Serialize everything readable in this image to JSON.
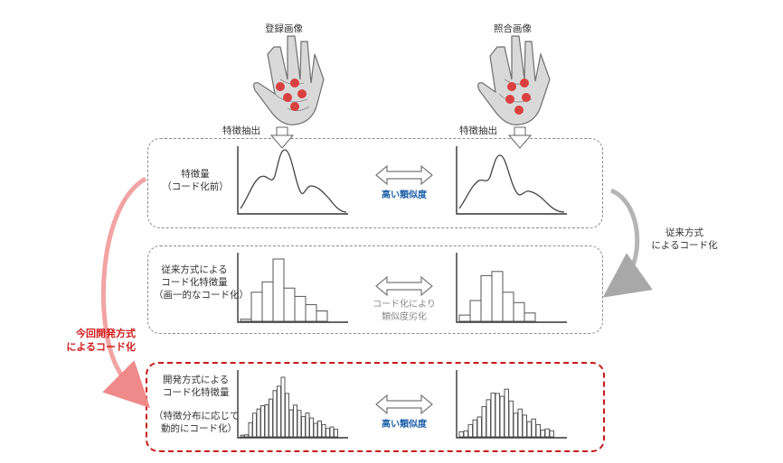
{
  "top": {
    "registered_label": "登録画像",
    "query_label": "照合画像",
    "extract_left": "特徴抽出",
    "extract_right": "特徴抽出"
  },
  "row1": {
    "label": [
      "特徴量",
      "（コード化前）"
    ],
    "similarity": "高い類似度"
  },
  "row2": {
    "label": [
      "従来方式による",
      "コード化特徴量",
      "（画一的なコード化）"
    ],
    "similarity": [
      "コード化により",
      "類似度劣化"
    ],
    "bars_left": [
      1,
      14,
      19,
      30,
      16,
      12,
      8,
      5
    ],
    "bars_right": [
      3,
      10,
      22,
      24,
      14,
      9,
      4
    ]
  },
  "row3": {
    "label": [
      "開発方式による",
      "コード化特徴量"
    ],
    "note": [
      "（特徴分布に応じて",
      "動的にコード化）"
    ],
    "similarity": "高い類似度"
  },
  "side": {
    "conventional": [
      "従来方式",
      "によるコード化"
    ],
    "new_method": [
      "今回開発方式",
      "によるコード化"
    ]
  },
  "colors": {
    "accent_red": "#c81818",
    "accent_blue": "#1a5fa8",
    "dashed_gray": "#8a8a8a"
  },
  "icons": [
    "palm-left-icon",
    "palm-right-icon",
    "down-arrow-icon",
    "double-arrow-icon",
    "curved-arrow-icon"
  ]
}
